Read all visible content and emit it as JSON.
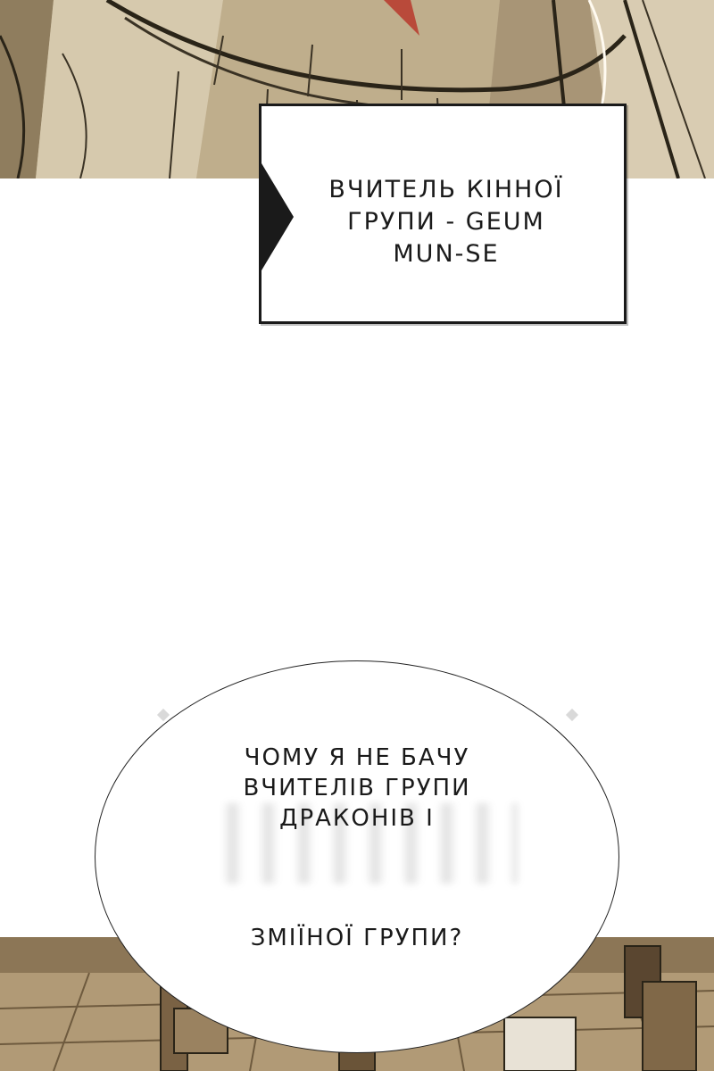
{
  "colors": {
    "panel_top_bg": "#c4b69a",
    "panel_bottom_bg": "#a88e6a",
    "ink": "#1a1a1a"
  },
  "caption": {
    "lines": [
      "ВЧИТЕЛЬ КІННОЇ",
      "ГРУПИ - GEUM",
      "MUN-SE"
    ]
  },
  "speech_bubble": {
    "lines_top": [
      "ЧОМУ Я НЕ БАЧУ",
      "ВЧИТЕЛІВ ГРУПИ",
      "ДРАКОНІВ І"
    ],
    "line_bottom": "ЗМІЇНОЇ ГРУПИ?"
  }
}
